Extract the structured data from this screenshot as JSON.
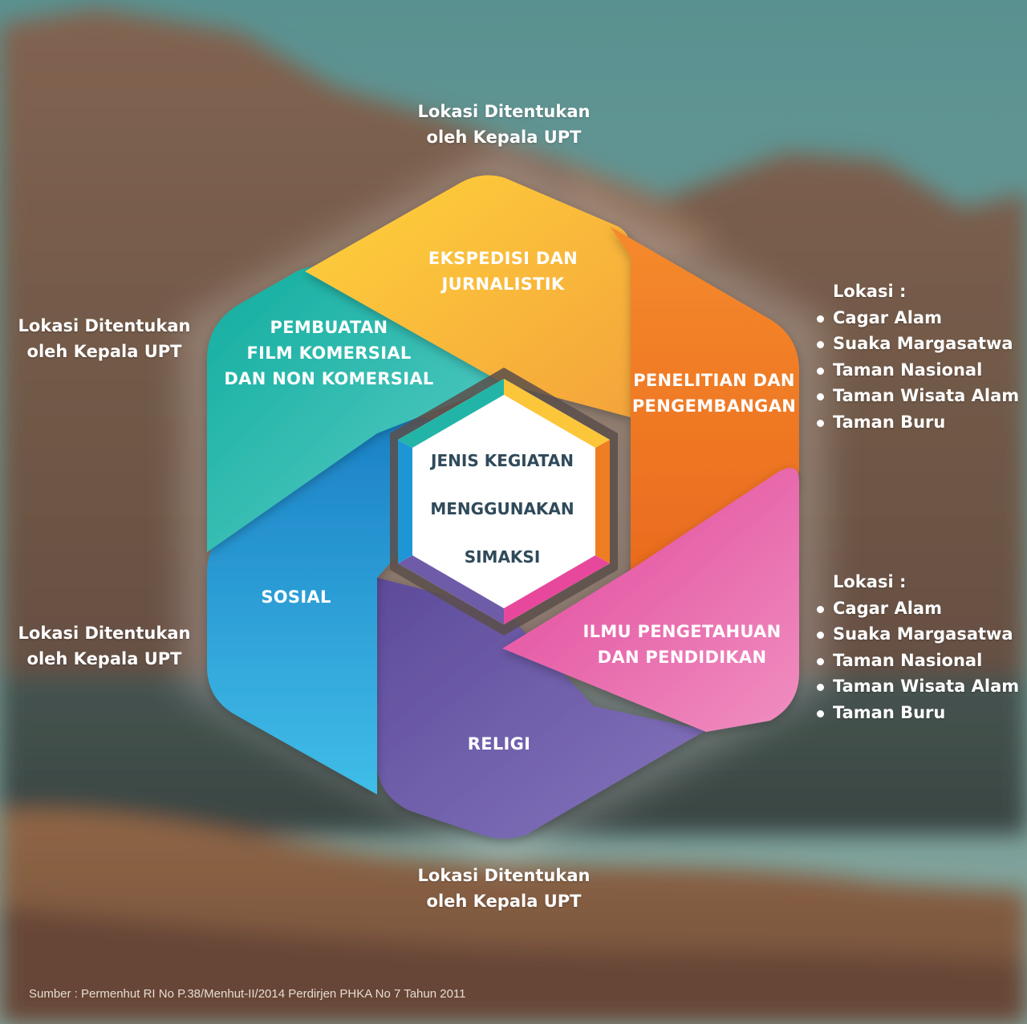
{
  "center": {
    "line1": "JENIS KEGIATAN",
    "line2": "MENGGUNAKAN",
    "line3": "SIMAKSI"
  },
  "segments": {
    "ekspedisi": {
      "label": "EKSPEDISI DAN\nJURNALISTIK",
      "color": "#f9b233"
    },
    "penelitian": {
      "label": "PENELITIAN DAN\nPENGEMBANGAN",
      "color": "#ef7d22"
    },
    "ilmu": {
      "label": "ILMU PENGETAHUAN\nDAN PENDIDIKAN",
      "color": "#e85ba0"
    },
    "religi": {
      "label": "RELIGI",
      "color": "#6e5ca8"
    },
    "sosial": {
      "label": "SOSIAL",
      "color": "#1e96d6"
    },
    "film": {
      "label": "PEMBUATAN\nFILM KOMERSIAL\nDAN NON KOMERSIAL",
      "color": "#22b5a7"
    }
  },
  "notes": {
    "top": {
      "line1": "Lokasi Ditentukan",
      "line2": "oleh Kepala UPT"
    },
    "left_upper": {
      "line1": "Lokasi Ditentukan",
      "line2": "oleh Kepala UPT"
    },
    "left_lower": {
      "line1": "Lokasi Ditentukan",
      "line2": "oleh Kepala UPT"
    },
    "bottom": {
      "line1": "Lokasi Ditentukan",
      "line2": "oleh Kepala UPT"
    }
  },
  "location_lists": {
    "penelitian": {
      "title": "Lokasi :",
      "items": [
        "Cagar Alam",
        "Suaka Margasatwa",
        "Taman Nasional",
        "Taman Wisata Alam",
        "Taman Buru"
      ]
    },
    "ilmu": {
      "title": "Lokasi :",
      "items": [
        "Cagar Alam",
        "Suaka Margasatwa",
        "Taman Nasional",
        "Taman Wisata Alam",
        "Taman Buru"
      ]
    }
  },
  "source": "Sumber : Permenhut RI No P.38/Menhut-II/2014  Perdirjen PHKA No 7 Tahun 2011"
}
